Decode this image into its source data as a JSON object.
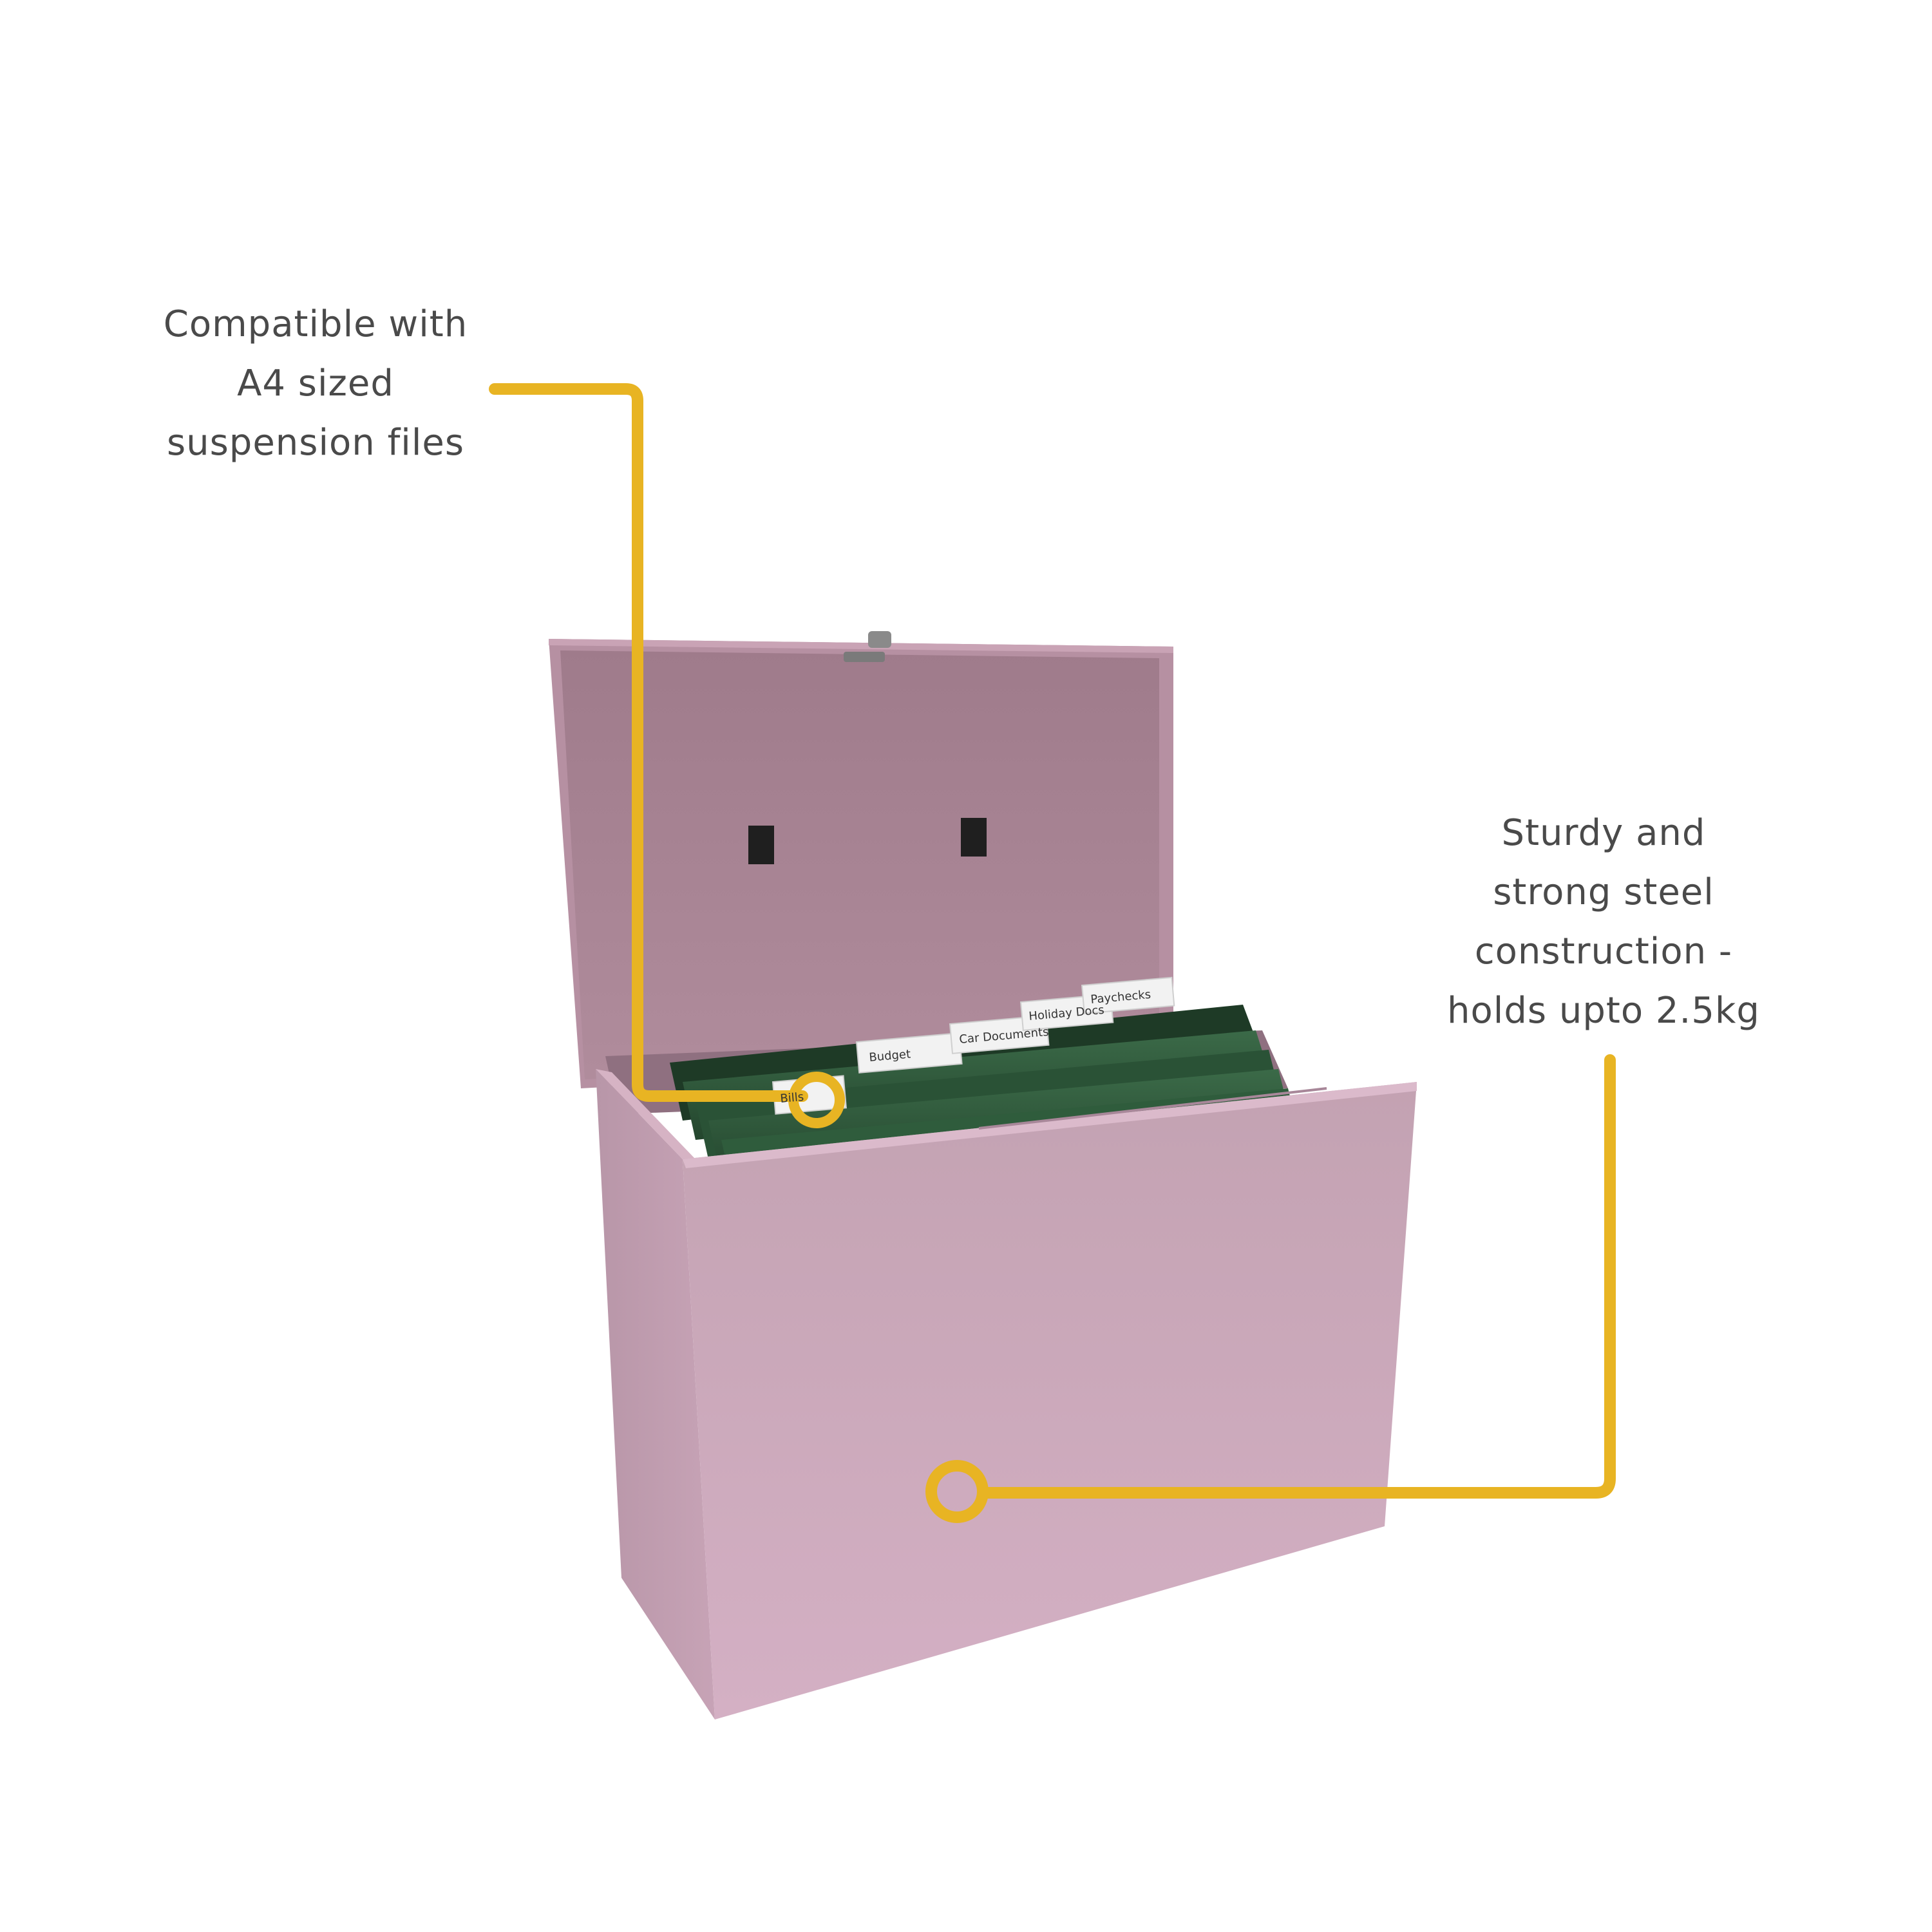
{
  "callouts": {
    "left": {
      "lines": [
        "Compatible with",
        "A4 sized",
        "suspension files"
      ]
    },
    "right": {
      "lines": [
        "Sturdy and",
        "strong steel",
        "construction -",
        "holds upto 2.5kg"
      ]
    }
  },
  "file_tabs": [
    "Bills",
    "Budget",
    "Car Documents",
    "Holiday Docs",
    "Paychecks"
  ],
  "colors": {
    "accent": "#E8B423",
    "box_pink": "#C9A4B6",
    "lid_pink": "#A98393",
    "folder_green": "#2E5A3A",
    "text": "#4A4A4A",
    "background": "#FFFFFF"
  }
}
